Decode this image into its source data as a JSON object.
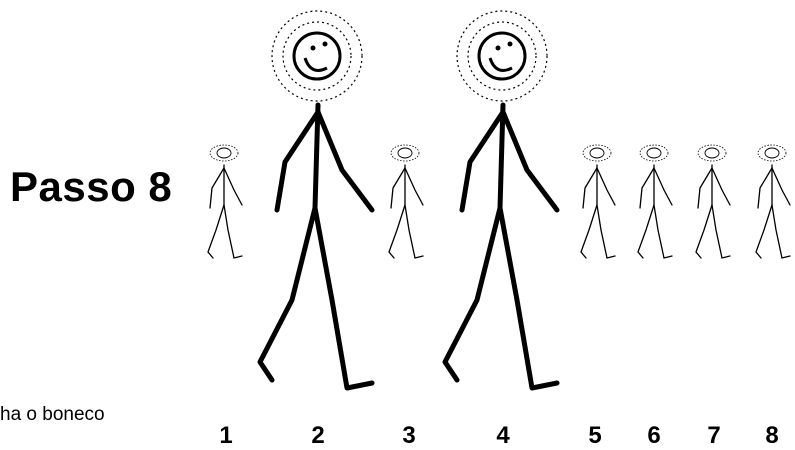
{
  "title": "Passo 8",
  "caption": "ha o boneco",
  "figures": [
    {
      "label": "1",
      "size": "small"
    },
    {
      "label": "2",
      "size": "large"
    },
    {
      "label": "3",
      "size": "small"
    },
    {
      "label": "4",
      "size": "large"
    },
    {
      "label": "5",
      "size": "small"
    },
    {
      "label": "6",
      "size": "small"
    },
    {
      "label": "7",
      "size": "small"
    },
    {
      "label": "8",
      "size": "small"
    }
  ]
}
